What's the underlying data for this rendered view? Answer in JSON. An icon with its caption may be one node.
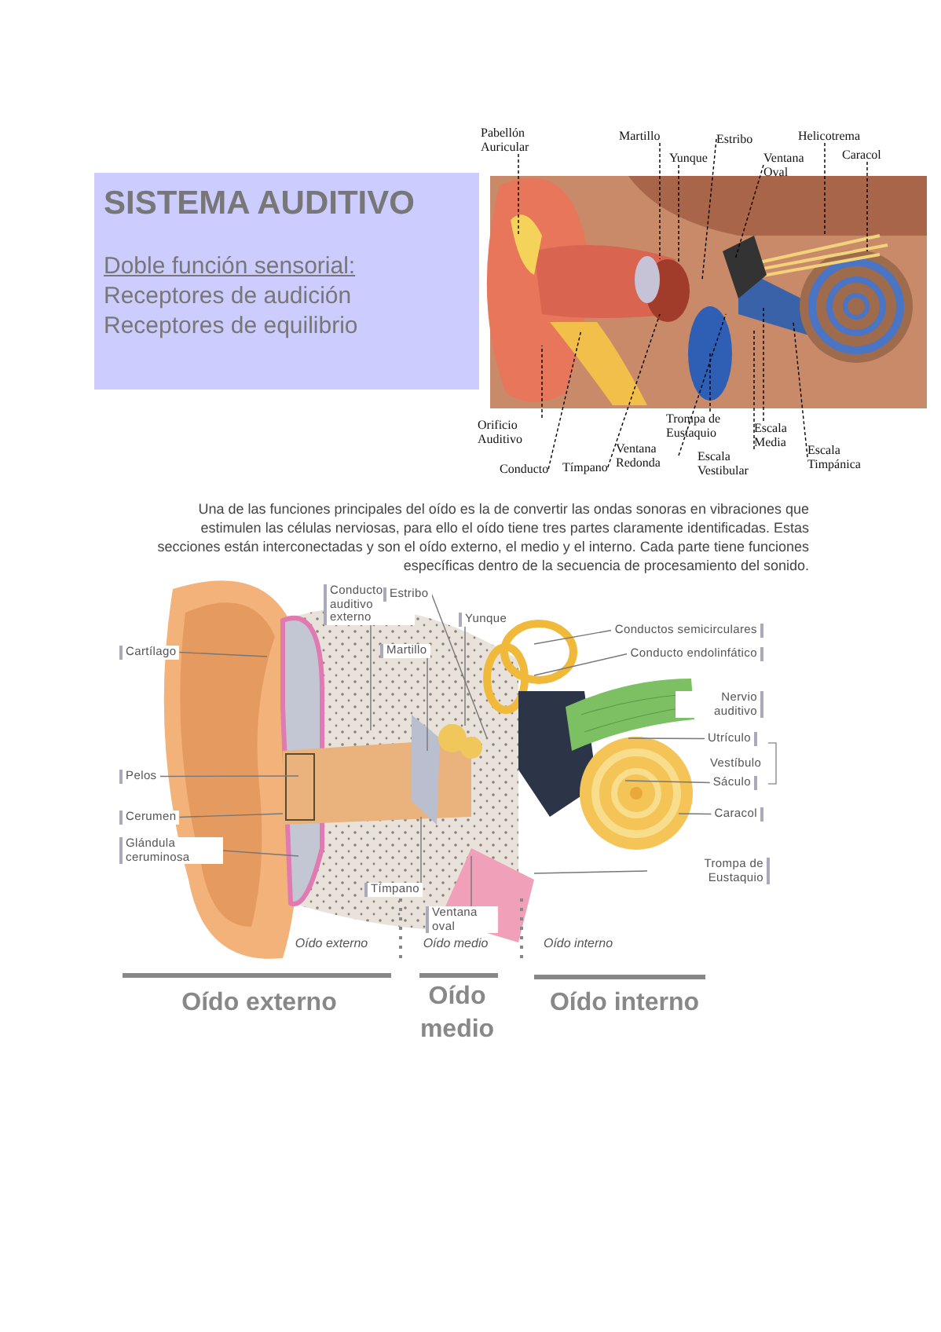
{
  "diagram": {
    "nodes": [
      {
        "text": [
          "SISTEMA AUDITIVO",
          "Doble función sensorial:",
          "Receptores de audición",
          "Receptores de equilibrio"
        ]
      },
      {
        "text": [
          "Pabellón Auricular"
        ]
      },
      {
        "text": [
          "Martillo"
        ]
      },
      {
        "text": [
          "Estribo"
        ]
      },
      {
        "text": [
          "Yunque"
        ]
      },
      {
        "text": [
          "Helicotrema"
        ]
      },
      {
        "text": [
          "Caracol"
        ]
      },
      {
        "text": [
          "Ventana Oval"
        ]
      },
      {
        "text": [
          "Orificio Auditivo"
        ]
      },
      {
        "text": [
          "Trompa de Eustaquio"
        ]
      },
      {
        "text": [
          "Ventana Redonda"
        ]
      },
      {
        "text": [
          "Escala Media"
        ]
      },
      {
        "text": [
          "Escala Timpánica"
        ]
      },
      {
        "text": [
          "Escala Vestibular"
        ]
      },
      {
        "text": [
          "Conducto"
        ]
      },
      {
        "text": [
          "Tímpano"
        ]
      },
      {
        "text": [
          "Conducto auditivo externo"
        ]
      },
      {
        "text": [
          "Estribo"
        ]
      },
      {
        "text": [
          "Conductos semicirculares"
        ]
      },
      {
        "text": [
          "Yunque"
        ]
      },
      {
        "text": [
          "Cartílago"
        ]
      },
      {
        "text": [
          "Martillo"
        ]
      },
      {
        "text": [
          "Conducto endolinfático"
        ]
      },
      {
        "text": [
          "Nervio auditivo"
        ]
      },
      {
        "text": [
          "Utrículo"
        ]
      },
      {
        "text": [
          "Pelos"
        ]
      },
      {
        "text": [
          "Sáculo"
        ]
      },
      {
        "text": [
          "Cerumen"
        ]
      },
      {
        "text": [
          "Caracol"
        ]
      },
      {
        "text": [
          "Glándula ceruminosa"
        ]
      },
      {
        "text": [
          "Trompa de Eustaquio"
        ]
      },
      {
        "text": [
          "Tímpano"
        ]
      },
      {
        "text": [
          "Ventana oval"
        ]
      }
    ],
    "edges": [
      {
        "from": 1,
        "to": null,
        "arrow": "none",
        "style": "dashed",
        "color": "#000000"
      },
      {
        "from": 2,
        "to": null,
        "arrow": "none",
        "style": "dashed",
        "color": "#000000"
      },
      {
        "from": 3,
        "to": null,
        "arrow": "none",
        "style": "dashed",
        "color": "#000000"
      },
      {
        "from": 4,
        "to": null,
        "arrow": "none",
        "style": "dashed",
        "color": "#000000"
      },
      {
        "from": 5,
        "to": null,
        "arrow": "none",
        "style": "dashed",
        "color": "#000000"
      },
      {
        "from": 6,
        "to": null,
        "arrow": "none",
        "style": "dashed",
        "color": "#000000"
      },
      {
        "from": 7,
        "to": null,
        "arrow": "none",
        "style": "dashed",
        "color": "#000000"
      },
      {
        "from": 8,
        "to": null,
        "arrow": "none",
        "style": "dashed",
        "color": "#000000"
      },
      {
        "from": 9,
        "to": null,
        "arrow": "none",
        "style": "dashed",
        "color": "#000000"
      },
      {
        "from": 10,
        "to": null,
        "arrow": "none",
        "style": "dashed",
        "color": "#000000"
      },
      {
        "from": 11,
        "to": null,
        "arrow": "none",
        "style": "dashed",
        "color": "#000000"
      },
      {
        "from": 12,
        "to": null,
        "arrow": "none",
        "style": "dashed",
        "color": "#000000"
      },
      {
        "from": 13,
        "to": null,
        "arrow": "none",
        "style": "dashed",
        "color": "#000000"
      },
      {
        "from": 14,
        "to": null,
        "arrow": "none",
        "style": "dashed",
        "color": "#000000"
      },
      {
        "from": 15,
        "to": null,
        "arrow": "none",
        "style": "dashed",
        "color": "#000000"
      },
      {
        "from": 16,
        "to": null,
        "arrow": "none"
      },
      {
        "from": 17,
        "to": null,
        "arrow": "none"
      },
      {
        "from": 18,
        "to": null,
        "arrow": "none"
      },
      {
        "from": 19,
        "to": null,
        "arrow": "none"
      },
      {
        "from": 20,
        "to": null,
        "arrow": "none"
      },
      {
        "from": 21,
        "to": null,
        "arrow": "none"
      },
      {
        "from": 22,
        "to": null,
        "arrow": "none"
      },
      {
        "from": 23,
        "to": null,
        "arrow": "none"
      },
      {
        "from": 24,
        "to": null,
        "arrow": "none"
      },
      {
        "from": 25,
        "to": null,
        "arrow": "none"
      },
      {
        "from": 26,
        "to": null,
        "arrow": "none"
      },
      {
        "from": 27,
        "to": null,
        "arrow": "none"
      },
      {
        "from": 28,
        "to": null,
        "arrow": "none"
      },
      {
        "from": 29,
        "to": null,
        "arrow": "none"
      },
      {
        "from": 30,
        "to": null,
        "arrow": "none"
      },
      {
        "from": 31,
        "to": null,
        "arrow": "none"
      },
      {
        "from": 32,
        "to": null,
        "arrow": "none"
      }
    ],
    "labels": [
      "Una de las funciones principales del oído es la de convertir las ondas sonoras en vibraciones que estimulen las células nerviosas, para ello el oído tiene tres partes claramente identificadas. Estas secciones están interconectadas y son el oído externo, el medio y el interno. Cada parte tiene funciones específicas dentro de la secuencia de procesamiento del sonido.",
      "Vestíbulo",
      "Oído externo",
      "Oído medio",
      "Oído interno",
      "Oído externo",
      "Oído medio",
      "Oído interno"
    ]
  }
}
